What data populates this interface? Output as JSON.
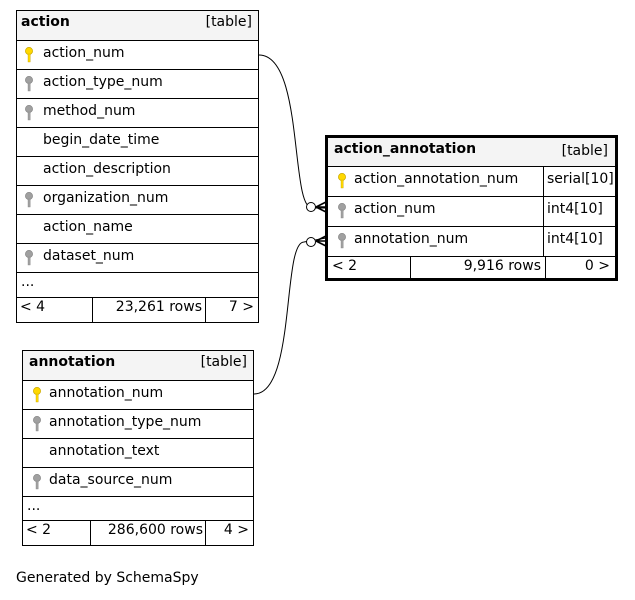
{
  "colors": {
    "header_bg": "#f4f4f4",
    "primary_key": "#ffd800",
    "foreign_key": "#a0a0a0",
    "line": "#000000"
  },
  "tables": {
    "action": {
      "name": "action",
      "kind": "[table]",
      "columns": [
        {
          "name": "action_num",
          "key": "primary"
        },
        {
          "name": "action_type_num",
          "key": "foreign"
        },
        {
          "name": "method_num",
          "key": "foreign"
        },
        {
          "name": "begin_date_time",
          "key": "none"
        },
        {
          "name": "action_description",
          "key": "none"
        },
        {
          "name": "organization_num",
          "key": "foreign"
        },
        {
          "name": "action_name",
          "key": "none"
        },
        {
          "name": "dataset_num",
          "key": "foreign"
        }
      ],
      "ellipsis": "...",
      "footer": {
        "parents": "< 4",
        "rows": "23,261 rows",
        "children": "7 >"
      }
    },
    "action_annotation": {
      "name": "action_annotation",
      "kind": "[table]",
      "columns": [
        {
          "name": "action_annotation_num",
          "type": "serial[10]",
          "key": "primary"
        },
        {
          "name": "action_num",
          "type": "int4[10]",
          "key": "foreign"
        },
        {
          "name": "annotation_num",
          "type": "int4[10]",
          "key": "foreign"
        }
      ],
      "footer": {
        "parents": "< 2",
        "rows": "9,916 rows",
        "children": "0 >"
      }
    },
    "annotation": {
      "name": "annotation",
      "kind": "[table]",
      "columns": [
        {
          "name": "annotation_num",
          "key": "primary"
        },
        {
          "name": "annotation_type_num",
          "key": "foreign"
        },
        {
          "name": "annotation_text",
          "key": "none"
        },
        {
          "name": "data_source_num",
          "key": "foreign"
        }
      ],
      "ellipsis": "...",
      "footer": {
        "parents": "< 2",
        "rows": "286,600 rows",
        "children": "4 >"
      }
    }
  },
  "relationships": [
    {
      "from": "action.action_num",
      "to": "action_annotation.action_num"
    },
    {
      "from": "annotation.annotation_num",
      "to": "action_annotation.annotation_num"
    }
  ],
  "caption": "Generated by SchemaSpy"
}
